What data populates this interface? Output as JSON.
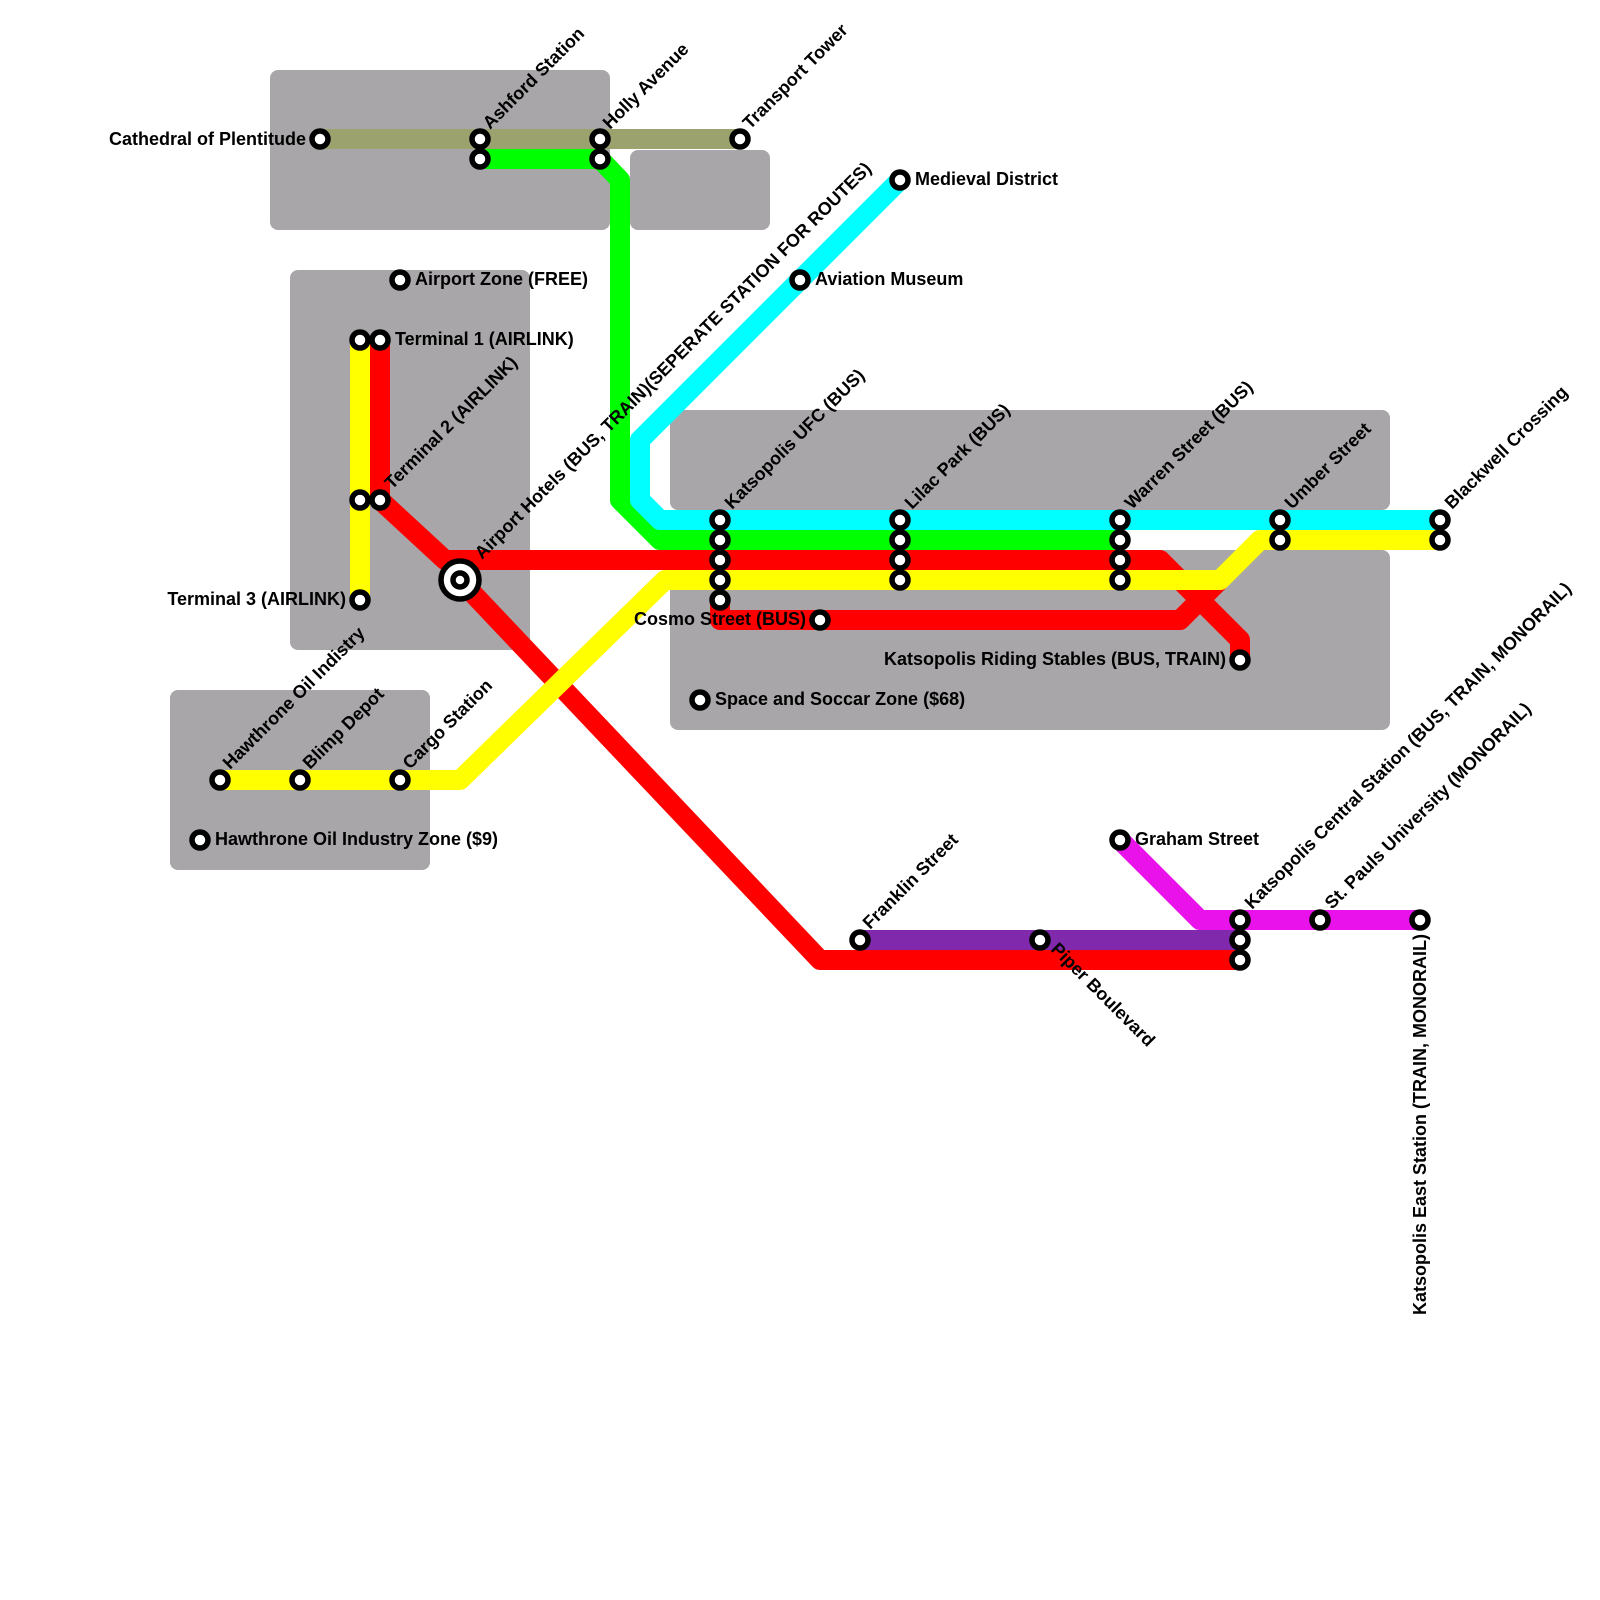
{
  "map": {
    "title": "Katsopolis Transit Map",
    "colors": {
      "background": "#ffffff",
      "zone": "#a8a6a8",
      "olive": "#9ca26e",
      "green": "#00ff00",
      "cyan": "#00ffff",
      "red": "#ff0000",
      "yellow": "#ffff00",
      "purple": "#8029ac",
      "magenta": "#ea12ea",
      "station_fill": "#ffffff",
      "station_stroke": "#000000"
    },
    "lines": [
      {
        "id": "olive",
        "color_key": "olive"
      },
      {
        "id": "green",
        "color_key": "green"
      },
      {
        "id": "cyan",
        "color_key": "cyan"
      },
      {
        "id": "red",
        "color_key": "red"
      },
      {
        "id": "yellow",
        "color_key": "yellow"
      },
      {
        "id": "purple",
        "color_key": "purple"
      },
      {
        "id": "magenta",
        "color_key": "magenta"
      }
    ],
    "stations": [
      {
        "id": "cathedral",
        "name": "Cathedral of Plentitude"
      },
      {
        "id": "ashford",
        "name": "Ashford Station"
      },
      {
        "id": "holly",
        "name": "Holly Avenue"
      },
      {
        "id": "transport",
        "name": "Transport Tower"
      },
      {
        "id": "medieval",
        "name": "Medieval District"
      },
      {
        "id": "aviation",
        "name": "Aviation Museum"
      },
      {
        "id": "airportzone",
        "name": "Airport Zone (FREE)"
      },
      {
        "id": "t1",
        "name": "Terminal 1 (AIRLINK)"
      },
      {
        "id": "t2",
        "name": "Terminal 2 (AIRLINK)"
      },
      {
        "id": "t3",
        "name": "Terminal 3 (AIRLINK)"
      },
      {
        "id": "hotels",
        "name": "Airport Hotels (BUS, TRAIN)(SEPERATE STATION FOR ROUTES)"
      },
      {
        "id": "ufc",
        "name": "Katsopolis UFC (BUS)"
      },
      {
        "id": "lilac",
        "name": "Lilac Park (BUS)"
      },
      {
        "id": "warren",
        "name": "Warren Street (BUS)"
      },
      {
        "id": "umber",
        "name": "Umber Street"
      },
      {
        "id": "blackwell",
        "name": "Blackwell Crossing"
      },
      {
        "id": "cosmo",
        "name": "Cosmo Street (BUS)"
      },
      {
        "id": "stables",
        "name": "Katsopolis Riding Stables (BUS, TRAIN)"
      },
      {
        "id": "space",
        "name": "Space and Soccar Zone ($68)"
      },
      {
        "id": "hawthrone",
        "name": "Hawthrone Oil Indistry"
      },
      {
        "id": "blimp",
        "name": "Blimp Depot"
      },
      {
        "id": "cargo",
        "name": "Cargo Station"
      },
      {
        "id": "hozone",
        "name": "Hawthrone Oil Industry Zone ($9)"
      },
      {
        "id": "franklin",
        "name": "Franklin Street"
      },
      {
        "id": "piper",
        "name": "Piper Boulevard"
      },
      {
        "id": "graham",
        "name": "Graham Street"
      },
      {
        "id": "central",
        "name": "Katsopolis Central Station (BUS, TRAIN, MONORAIL)"
      },
      {
        "id": "stpauls",
        "name": "St. Pauls University (MONORAIL)"
      },
      {
        "id": "east",
        "name": "Katsopolis East Station (TRAIN, MONORAIL)"
      }
    ]
  }
}
